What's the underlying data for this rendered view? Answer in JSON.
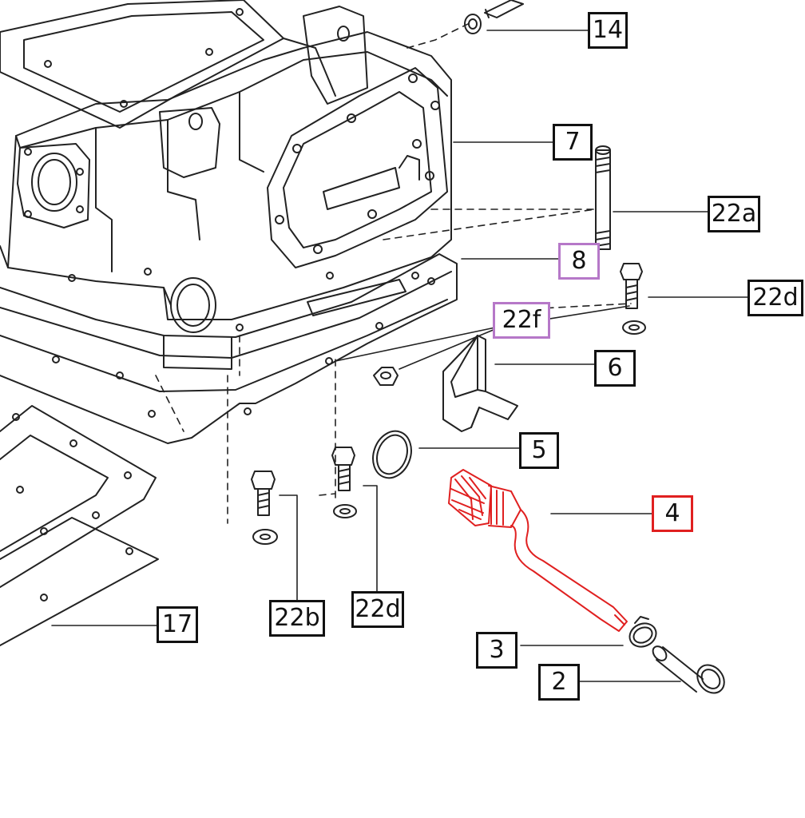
{
  "diagram": {
    "callouts": {
      "c14": "14",
      "c7": "7",
      "c22a": "22a",
      "c8": "8",
      "c22d_right": "22d",
      "c22f": "22f",
      "c6": "6",
      "c5": "5",
      "c4": "4",
      "c22b": "22b",
      "c22d_bottom": "22d",
      "c17": "17",
      "c3": "3",
      "c2": "2"
    },
    "colors": {
      "line": "#222222",
      "highlight_part": "#e02020",
      "highlight_callout_purple": "#b678c8"
    }
  }
}
